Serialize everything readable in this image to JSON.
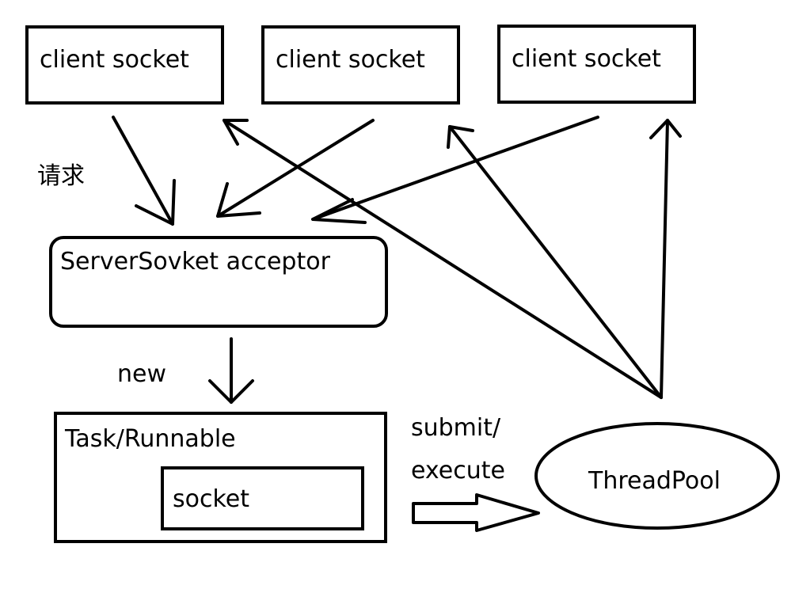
{
  "nodes": {
    "client_1": "client socket",
    "client_2": "client socket",
    "client_3": "client socket",
    "acceptor": "ServerSovket acceptor",
    "task": "Task/Runnable",
    "socket": "socket",
    "threadpool": "ThreadPool"
  },
  "edge_labels": {
    "request": "请求",
    "new": "new",
    "submit_line1": "submit/",
    "submit_line2": "execute"
  }
}
